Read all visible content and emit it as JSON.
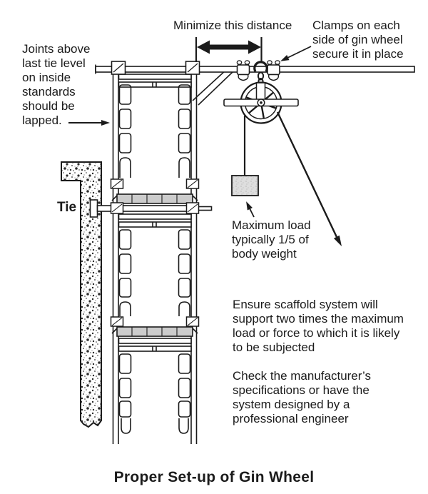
{
  "title": "Proper Set-up of Gin Wheel",
  "labels": {
    "minimize_distance": "Minimize this distance",
    "clamps": "Clamps on each\nside of gin wheel\nsecure it in place",
    "joints": "Joints above\nlast tie level\non inside\nstandards\nshould be\nlapped.",
    "tie": "Tie",
    "max_load": "Maximum load\ntypically 1/5 of\nbody weight",
    "ensure": "Ensure scaffold system will\nsupport two times the maximum\nload or force to which it is likely\nto be subjected",
    "check": "Check the manufacturer’s\nspecifications or have the\nsystem designed by a\nprofessional engineer"
  },
  "colors": {
    "ink": "#1b1b1b",
    "plank_fill": "#cccccc",
    "load_box_fill": "#dedede",
    "background": "#ffffff"
  }
}
